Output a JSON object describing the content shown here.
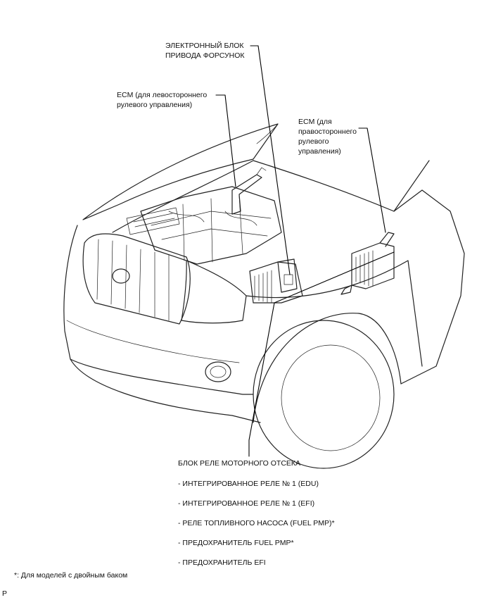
{
  "callouts": {
    "injector_driver": "ЭЛЕКТРОННЫЙ БЛОК\nПРИВОДА ФОРСУНОК",
    "ecm_lhd": "ECM (для левостороннего\nрулевого управления)",
    "ecm_rhd": "ECM (для\nправостороннего\nрулевого\nуправления)",
    "relay_block": "БЛОК РЕЛЕ МОТОРНОГО ОТСЕКА"
  },
  "relay_items": [
    "- ИНТЕГРИРОВАННОЕ РЕЛЕ № 1 (EDU)",
    "- ИНТЕГРИРОВАННОЕ РЕЛЕ № 1 (EFI)",
    "- РЕЛЕ ТОПЛИВНОГО НАСОСА (FUEL PMP)*",
    "- ПРЕДОХРАНИТЕЛЬ FUEL PMP*",
    "- ПРЕДОХРАНИТЕЛЬ EFI"
  ],
  "footnote": "*: Для моделей с двойным баком",
  "corner_code": "P"
}
